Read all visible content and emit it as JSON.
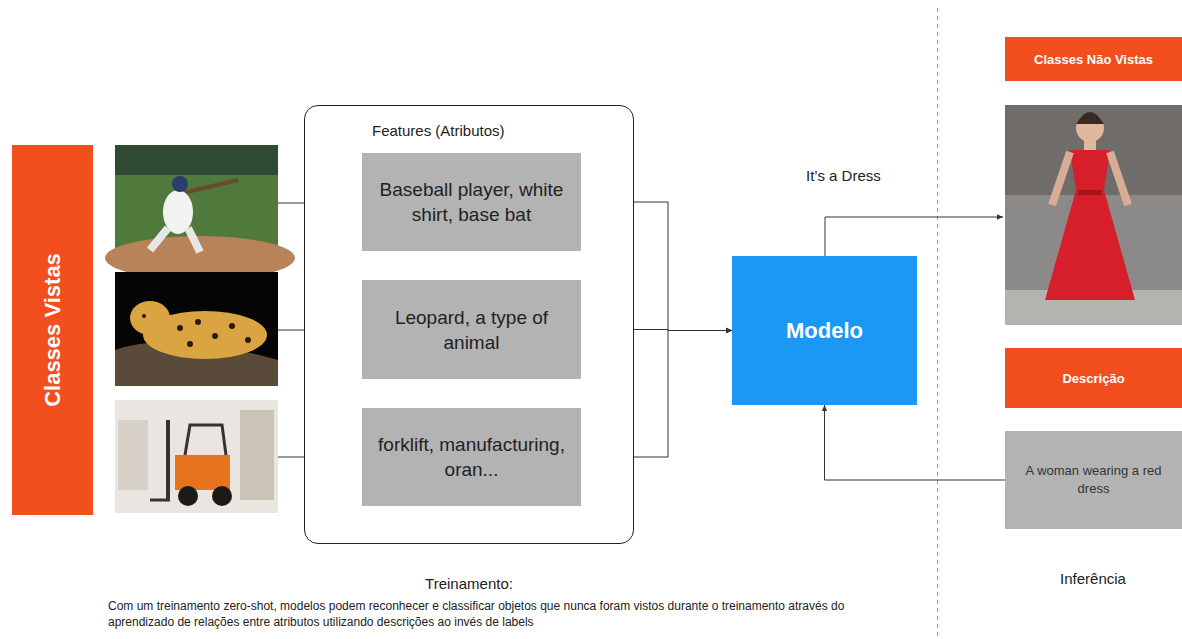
{
  "diagram": {
    "nodes": [
      {
        "text": [
          "Classes Vistas"
        ]
      },
      {
        "text": [
          "Features (Atributos)"
        ]
      },
      {
        "text": [
          "Baseball player, white shirt, base bat"
        ],
        "in": 1
      },
      {
        "text": [
          "Leopard, a type of animal"
        ],
        "in": 1
      },
      {
        "text": [
          "forklift, manufacturing, oran..."
        ],
        "in": 1
      },
      {
        "text": [
          "Modelo"
        ]
      },
      {
        "text": [
          "Classes Não Vistas"
        ]
      },
      {
        "text": [
          "Descrição"
        ]
      },
      {
        "text": [
          "A woman wearing a red dress"
        ]
      }
    ],
    "edges": [
      {
        "from": 2,
        "to": 5,
        "arrow": "to"
      },
      {
        "from": 3,
        "to": 5,
        "arrow": "to"
      },
      {
        "from": 4,
        "to": 5,
        "arrow": "to"
      },
      {
        "from": 8,
        "to": 5,
        "arrow": "to"
      }
    ],
    "labels": [
      "It’s a Dress",
      "Treinamento:",
      "Com um treinamento zero-shot, modelos podem reconhecer e classificar objetos que nunca foram vistos durante o treinamento através do aprendizado de relações entre atributos utilizando descrições ao invés de labels",
      "Inferência"
    ]
  }
}
